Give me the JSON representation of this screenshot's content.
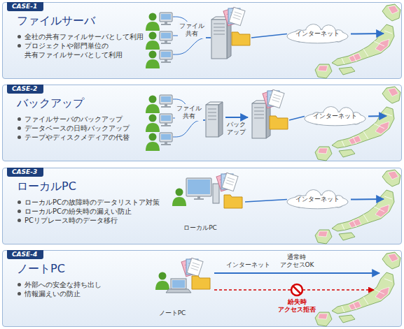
{
  "diagram": {
    "nodes": [
      {
        "text": [
          "CASE-1",
          "ファイルサーバ",
          "全社の共有ファイルサーバとして利用",
          "プロジェクトや部門単位の 共有ファイルサーバとして利用"
        ]
      },
      {
        "text": [
          "インターネット"
        ],
        "in": 0
      },
      {
        "text": [
          "CASE-2",
          "バックアップ",
          "ファイルサーバのバックアップ",
          "データベースの日時バックアップ",
          "テープやディスクメディアの代替"
        ]
      },
      {
        "text": [
          "インターネット"
        ],
        "in": 2
      },
      {
        "text": [
          "CASE-3",
          "ローカルPC",
          "ローカルPCの故障時のデータリストア対策",
          "ローカルPCの紛失時の漏えい防止",
          "PCリプレース時のデータ移行"
        ]
      },
      {
        "text": [
          "インターネット"
        ],
        "in": 4
      },
      {
        "text": [
          "CASE-4",
          "ノートPC",
          "外部への安全な持ち出し",
          "情報漏えいの防止"
        ]
      }
    ],
    "labels": [
      "ファイル 共有",
      "ファイル 共有",
      "バック アップ",
      "ローカルPC",
      "インターネット",
      "通常時 アクセスOK",
      "紛失時 アクセス拒否",
      "ノートPC"
    ]
  }
}
